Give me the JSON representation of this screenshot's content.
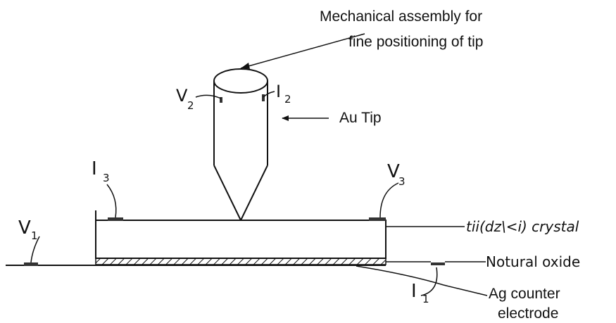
{
  "labels": {
    "assembly_line1": "Mechanical  assembly for",
    "assembly_line2": "fine positioning of tip",
    "au_tip": "Au  Tip",
    "crystal": "tii(dz\\<i) crystal",
    "natural_oxide": "Notural oxide",
    "ag_counter_line1": "Ag counter",
    "ag_counter_line2": "electrode",
    "v1_base": "V",
    "v1_sub": "1",
    "v2_base": "V",
    "v2_sub": "2",
    "v3_base": "V",
    "v3_sub": "3",
    "i1_base": "I",
    "i1_sub": "1",
    "i2_base": "I",
    "i2_sub": "2",
    "i3_base": "I",
    "i3_sub": "3"
  }
}
